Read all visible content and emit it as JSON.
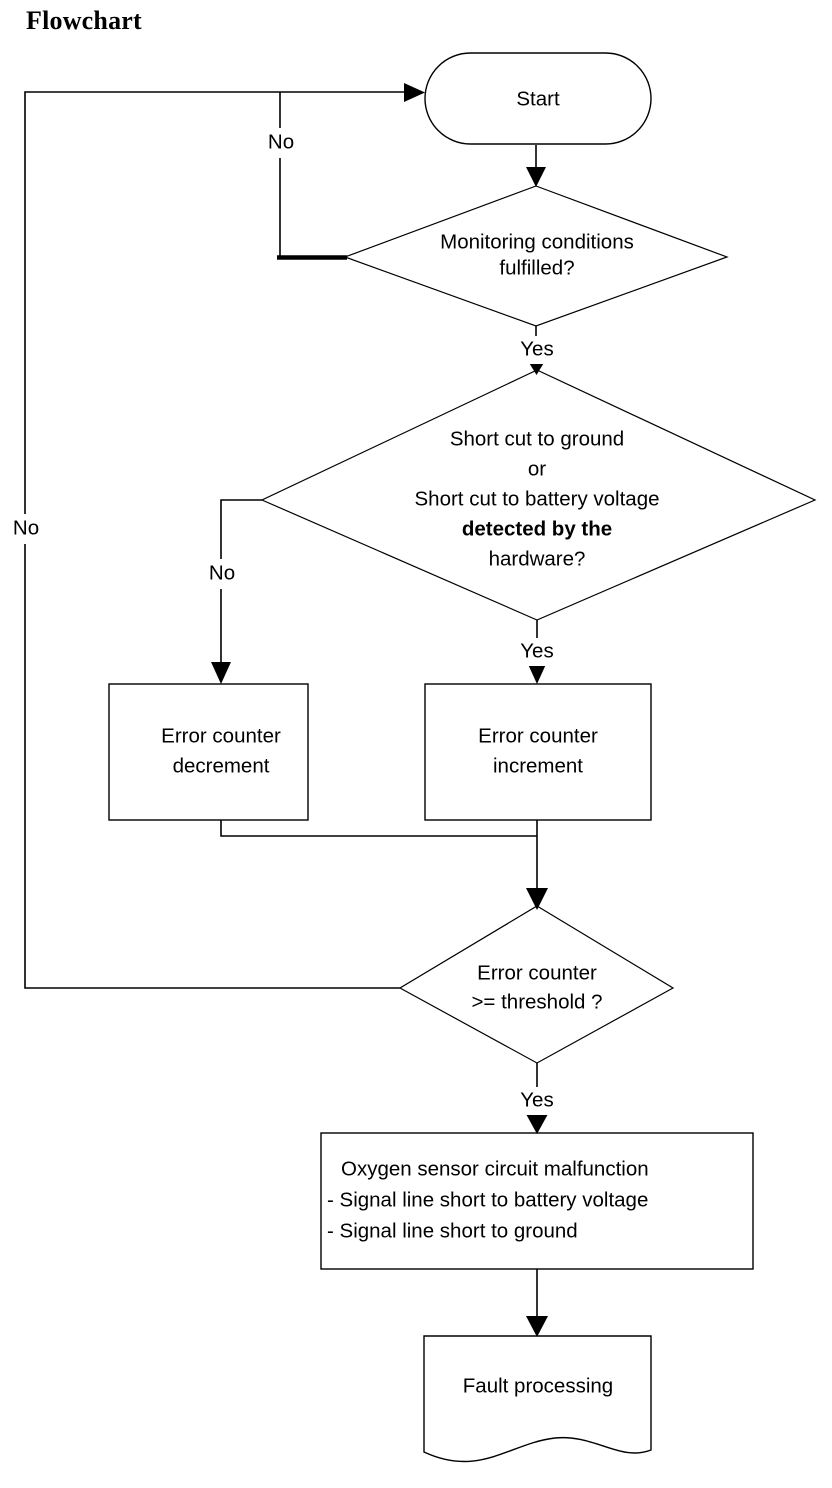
{
  "title": "Flowchart",
  "chart_data": {
    "type": "diagram",
    "diagram_kind": "flowchart",
    "title": "Flowchart",
    "nodes": [
      {
        "id": "start",
        "shape": "terminator",
        "label": "Start",
        "lines": [
          "Start"
        ]
      },
      {
        "id": "monitoring",
        "shape": "decision",
        "label": "Monitoring  conditions fulfilled?",
        "lines": [
          "Monitoring  conditions",
          "fulfilled?"
        ]
      },
      {
        "id": "shortcut",
        "shape": "decision",
        "label": "Short cut to ground or Short cut to battery voltage detected by the hardware?",
        "lines": [
          "Short cut to ground",
          "or",
          "Short cut to battery voltage",
          "detected by the",
          "hardware?"
        ]
      },
      {
        "id": "decrement",
        "shape": "process",
        "label": "Error counter decrement",
        "lines": [
          "Error counter",
          "decrement"
        ]
      },
      {
        "id": "increment",
        "shape": "process",
        "label": "Error counter increment",
        "lines": [
          "Error counter",
          "increment"
        ]
      },
      {
        "id": "threshold",
        "shape": "decision",
        "label": "Error counter >= threshold ?",
        "lines": [
          "Error counter",
          ">= threshold ?"
        ]
      },
      {
        "id": "malfunction",
        "shape": "process",
        "label": "Oxygen sensor circuit malfunction - Signal line short to battery voltage - Signal line short to ground",
        "lines": [
          "Oxygen sensor circuit malfunction",
          "- Signal line short to battery voltage",
          "- Signal line short to ground"
        ]
      },
      {
        "id": "fault",
        "shape": "document",
        "label": "Fault processing",
        "lines": [
          "Fault processing"
        ]
      }
    ],
    "edges": [
      {
        "from": "start",
        "to": "monitoring",
        "label": ""
      },
      {
        "from": "monitoring",
        "to": "start",
        "label": "No"
      },
      {
        "from": "monitoring",
        "to": "shortcut",
        "label": "Yes"
      },
      {
        "from": "shortcut",
        "to": "decrement",
        "label": "No"
      },
      {
        "from": "shortcut",
        "to": "increment",
        "label": "Yes"
      },
      {
        "from": "decrement",
        "to": "threshold",
        "label": ""
      },
      {
        "from": "increment",
        "to": "threshold",
        "label": ""
      },
      {
        "from": "threshold",
        "to": "start",
        "label": "No"
      },
      {
        "from": "threshold",
        "to": "malfunction",
        "label": "Yes"
      },
      {
        "from": "malfunction",
        "to": "fault",
        "label": ""
      }
    ]
  },
  "nodes": {
    "start": {
      "line1": "Start"
    },
    "monitoring": {
      "line1": "Monitoring  conditions",
      "line2": "fulfilled?"
    },
    "shortcut": {
      "line1": "Short cut to ground",
      "line2": "or",
      "line3": "Short cut to battery voltage",
      "line4": "detected by the",
      "line5": "hardware?"
    },
    "decrement": {
      "line1": "Error counter",
      "line2": "decrement"
    },
    "increment": {
      "line1": "Error counter",
      "line2": "increment"
    },
    "threshold": {
      "line1": "Error counter",
      "line2": ">= threshold ?"
    },
    "malfunction": {
      "line1": "Oxygen sensor circuit malfunction",
      "line2": "- Signal line short to battery voltage",
      "line3": "- Signal line short to ground"
    },
    "fault": {
      "line1": "Fault processing"
    }
  },
  "edge_labels": {
    "monitoring_no": "No",
    "monitoring_yes": "Yes",
    "shortcut_no": "No",
    "shortcut_yes": "Yes",
    "threshold_no": "No",
    "threshold_yes": "Yes"
  },
  "colors": {
    "stroke": "#000000",
    "fill": "#ffffff",
    "text": "#000000"
  }
}
